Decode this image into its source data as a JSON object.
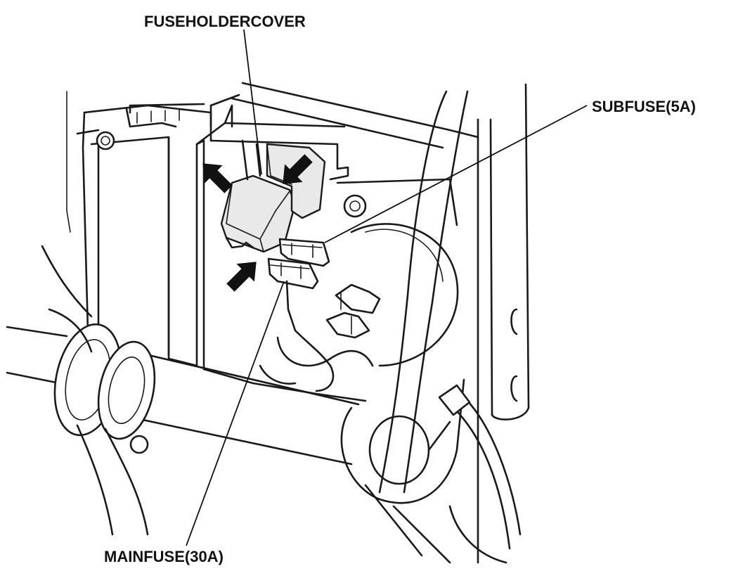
{
  "labels": {
    "fuse_holder_cover": "FUSEHOLDERCOVER",
    "sub_fuse": "SUBFUSE(5A)",
    "main_fuse": "MAINFUSE(30A)"
  },
  "colors": {
    "line": "#1a1a1a",
    "background": "#ffffff"
  }
}
